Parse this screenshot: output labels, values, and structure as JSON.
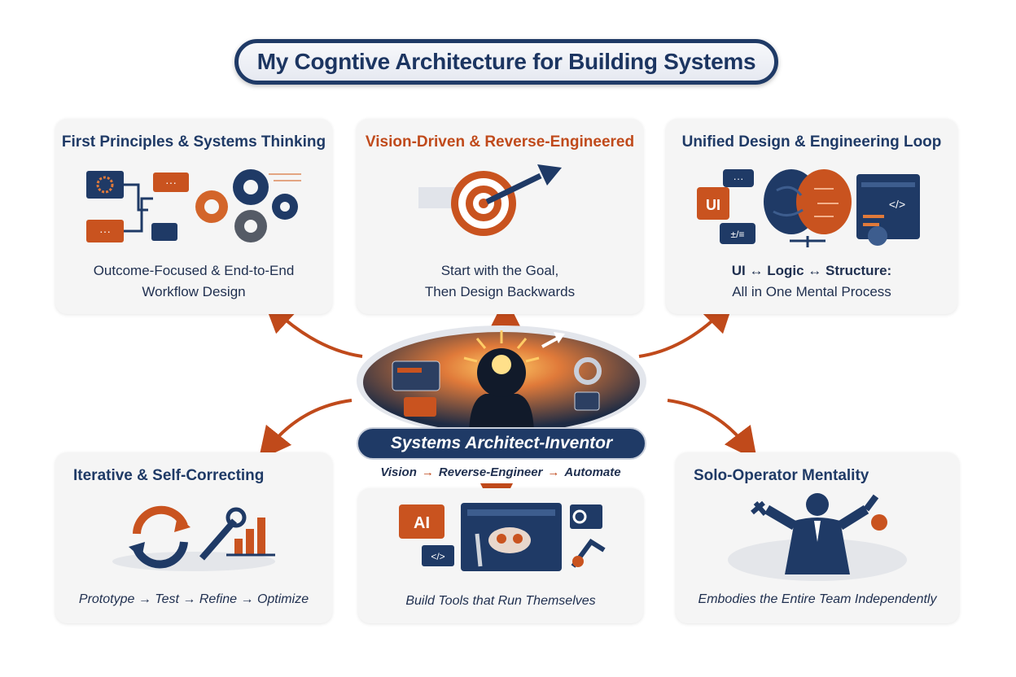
{
  "title": "My Cogntive Architecture for Building Systems",
  "center": {
    "label": "Systems Architect-Inventor",
    "flow": [
      "Vision",
      "Reverse-Engineer",
      "Automate"
    ]
  },
  "cards": {
    "first_principles": {
      "title": "First Principles & Systems Thinking",
      "caption_line1": "Outcome-Focused & End-to-End",
      "caption_line2": "Workflow Design"
    },
    "vision": {
      "title": "Vision-Driven & Reverse-Engineered",
      "caption_line1": "Start with the Goal,",
      "caption_line2": "Then Design Backwards"
    },
    "unified": {
      "title": "Unified Design & Engineering Loop",
      "caption_line1": "UI ↔ Logic ↔ Structure:",
      "caption_line2": "All in One Mental Process"
    },
    "iterative": {
      "title": "Iterative & Self-Correcting",
      "caption": "Prototype → Test → Refine → Optimize"
    },
    "tools": {
      "caption": "Build Tools that Run Themselves"
    },
    "solo": {
      "title": "Solo-Operator Mentality",
      "caption": "Embodies the Entire Team Independently"
    }
  },
  "icon_labels": {
    "ui_label": "UI",
    "ai_label": "AI",
    "code_label": "</>",
    "eq_label": "±/≡"
  },
  "colors": {
    "navy": "#1f3a66",
    "orange": "#c04a1b",
    "card_bg": "#f5f5f5"
  }
}
